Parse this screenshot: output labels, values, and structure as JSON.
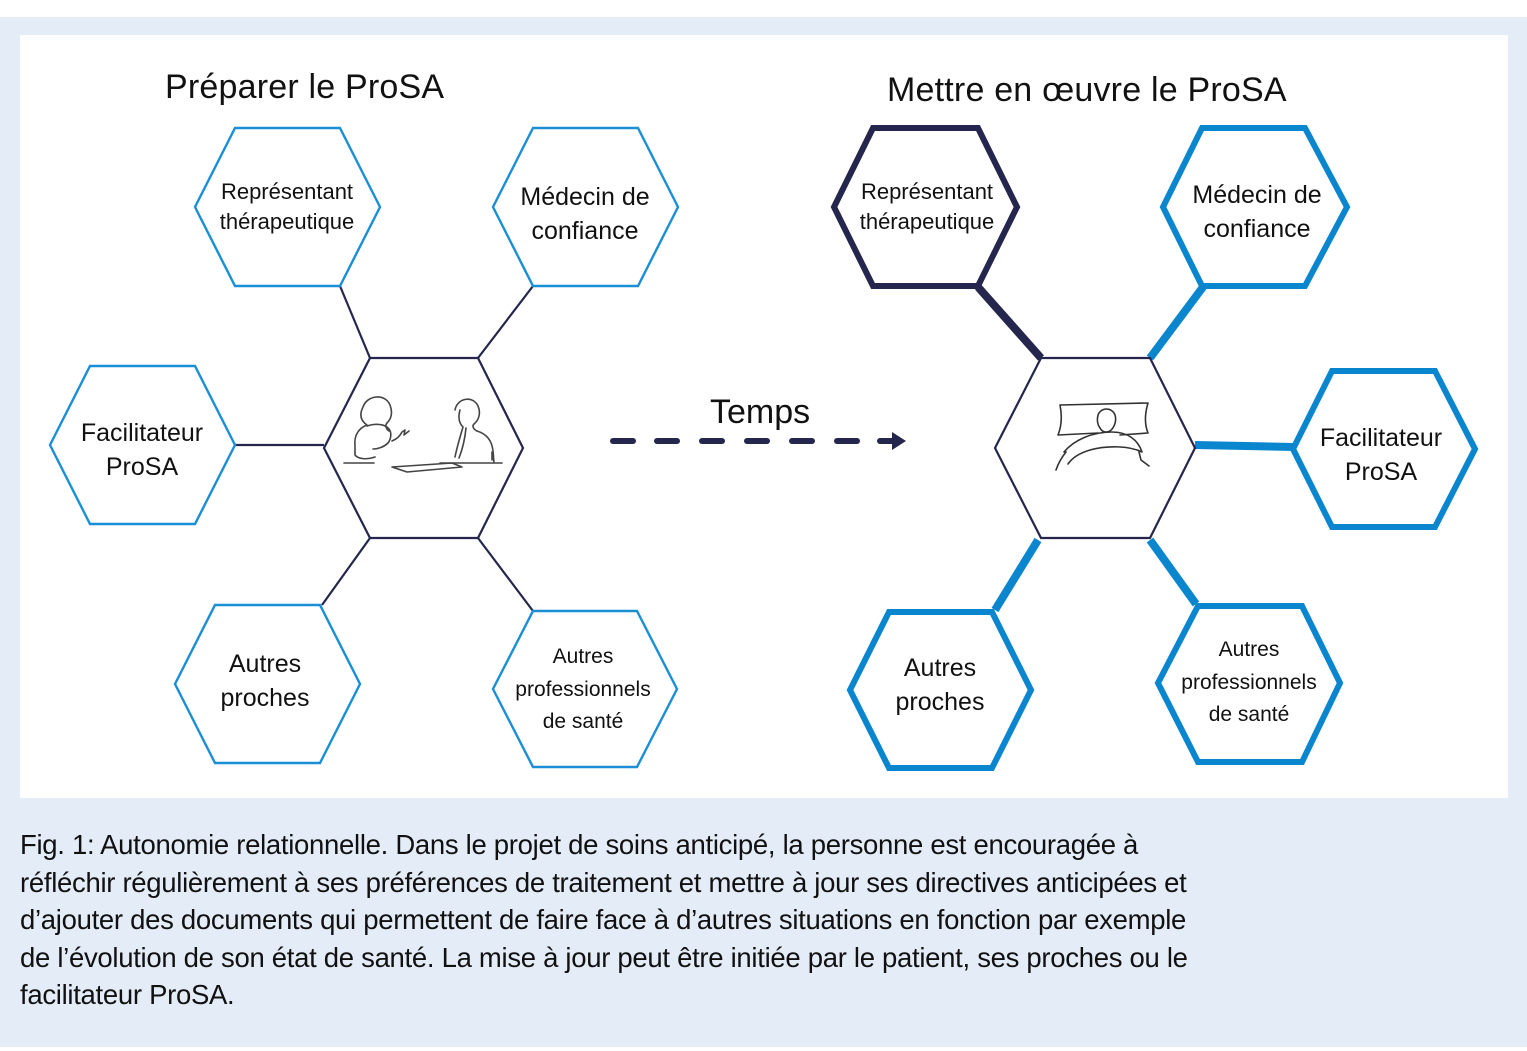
{
  "colors": {
    "frame_bg": "#e3ecf7",
    "accent_blue": "#0a86cf",
    "navy": "#24264d"
  },
  "left_panel": {
    "title": "Préparer le ProSA",
    "center_icon": "consultation-two-people-icon",
    "nodes": [
      {
        "id": "representant",
        "lines": [
          "Représentant",
          "thérapeutique"
        ],
        "emphasis": "normal"
      },
      {
        "id": "medecin",
        "lines": [
          "Médecin de",
          "confiance"
        ],
        "emphasis": "normal"
      },
      {
        "id": "facilitateur",
        "lines": [
          "Facilitateur",
          "ProSA"
        ],
        "emphasis": "normal"
      },
      {
        "id": "proches",
        "lines": [
          "Autres",
          "proches"
        ],
        "emphasis": "normal"
      },
      {
        "id": "professionnels",
        "lines": [
          "Autres",
          "professionnels",
          "de santé"
        ],
        "emphasis": "normal"
      }
    ]
  },
  "arrow": {
    "label": "Temps",
    "icon": "dashed-arrow-right-icon"
  },
  "right_panel": {
    "title": "Mettre en œuvre le ProSA",
    "center_icon": "patient-in-bed-icon",
    "nodes": [
      {
        "id": "representant",
        "lines": [
          "Représentant",
          "thérapeutique"
        ],
        "emphasis": "strong-navy"
      },
      {
        "id": "medecin",
        "lines": [
          "Médecin de",
          "confiance"
        ],
        "emphasis": "strong-blue"
      },
      {
        "id": "facilitateur",
        "lines": [
          "Facilitateur",
          "ProSA"
        ],
        "emphasis": "strong-blue"
      },
      {
        "id": "proches",
        "lines": [
          "Autres",
          "proches"
        ],
        "emphasis": "strong-blue"
      },
      {
        "id": "professionnels",
        "lines": [
          "Autres",
          "professionnels",
          "de santé"
        ],
        "emphasis": "strong-blue"
      }
    ]
  },
  "caption": {
    "lines": [
      "Fig. 1: Autonomie relationnelle. Dans le projet de soins anticipé, la personne est encouragée à",
      "réfléchir régulièrement à ses préférences de traitement et mettre à jour ses directives anticipées et",
      "d’ajouter des documents qui permettent de faire face à d’autres situations en fonction par exemple",
      "de l’évolution de son état de santé. La mise à jour peut être initiée par le patient, ses proches ou le",
      "facilitateur ProSA."
    ]
  }
}
